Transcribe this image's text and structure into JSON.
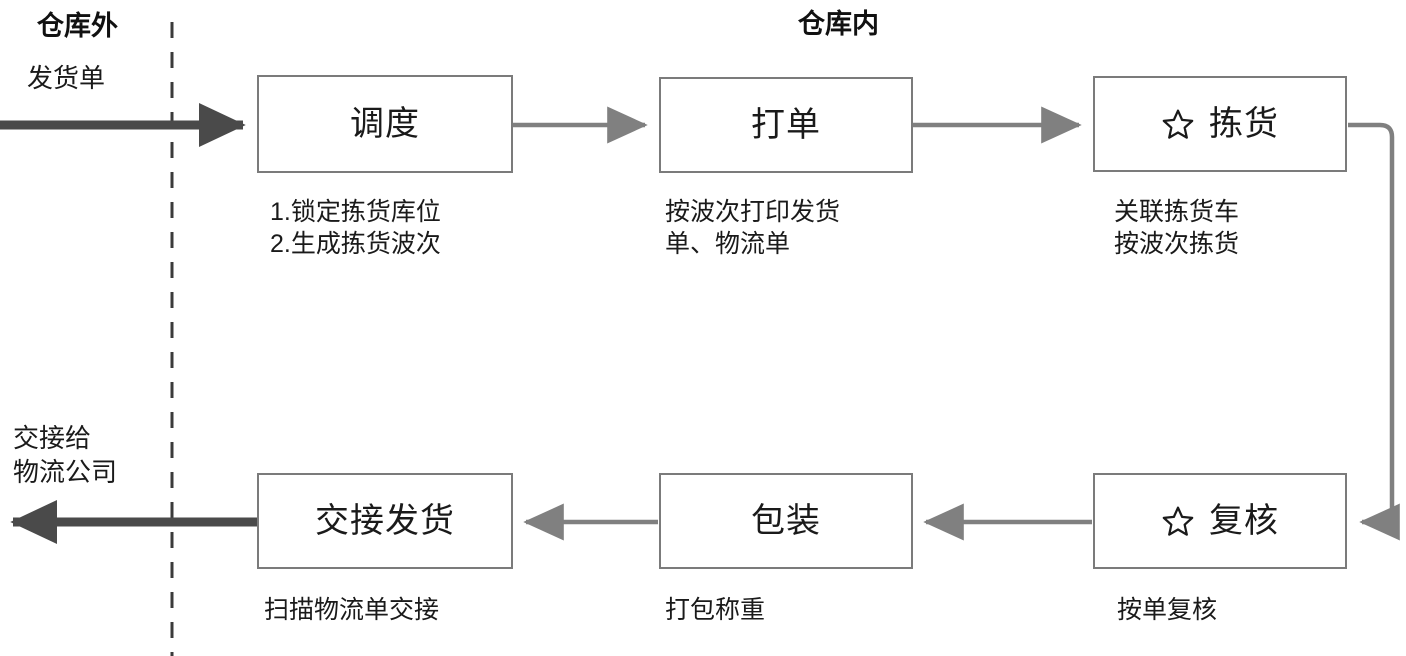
{
  "diagram": {
    "title_outside": "仓库外",
    "title_inside": "仓库内",
    "inbound_label": "发货单",
    "outbound_label": "交接给\n物流公司",
    "nodes": [
      {
        "id": "dispatch",
        "label": "调度",
        "icon": "",
        "caption": "1.锁定拣货库位\n2.生成拣货波次"
      },
      {
        "id": "print-order",
        "label": "打单",
        "icon": "",
        "caption": "按波次打印发货\n单、物流单"
      },
      {
        "id": "picking",
        "label": "拣货",
        "icon": "star-icon",
        "caption": "关联拣货车\n按波次拣货"
      },
      {
        "id": "review",
        "label": "复核",
        "icon": "star-icon",
        "caption": "按单复核"
      },
      {
        "id": "packing",
        "label": "包装",
        "icon": "",
        "caption": "打包称重"
      },
      {
        "id": "handover",
        "label": "交接发货",
        "icon": "",
        "caption": "扫描物流单交接"
      }
    ],
    "colors": {
      "box_border": "#7b7b7b",
      "connector": "#808080",
      "bold_arrow": "#4a4a4a",
      "divider": "#3b3b3b",
      "text": "#1a1a1a"
    }
  }
}
